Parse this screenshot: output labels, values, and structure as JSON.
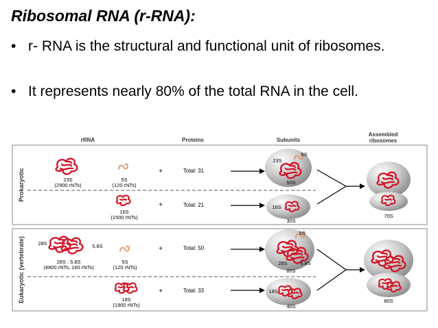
{
  "slide": {
    "title": "Ribosomal RNA (r-RNA):",
    "bullets": [
      "r- RNA is the structural and functional unit of ribosomes.",
      "It represents nearly 80% of the total RNA in the cell."
    ],
    "bullet_symbol": "•"
  },
  "figure": {
    "headers": {
      "rrna": "rRNA",
      "proteins": "Proteins",
      "subunits": "Subunits",
      "assembled_line1": "Assembled",
      "assembled_line2": "ribosomes"
    },
    "plus": "+",
    "prokaryotic": {
      "label": "Prokaryotic",
      "r23s": "23S",
      "r23s_nt": "(2900 rNTs)",
      "r5s": "5S",
      "r5s_nt": "(120 rNTs)",
      "total_large": "Total: 31",
      "r16s": "16S",
      "r16s_nt": "(1500 rNTs)",
      "total_small": "Total: 21",
      "sub_23s": "23S",
      "sub_5s": "5S",
      "sub_50s": "50S",
      "sub_16s": "16S",
      "sub_30s": "30S",
      "ribosome": "70S"
    },
    "eukaryotic": {
      "label": "Eukaryotic (vertebrate)",
      "r28s": "28S",
      "r58s": "5.8S",
      "r28_58": "28S : 5.8S",
      "r28_58_nt": "(4800 rNTs, 160 rNTs)",
      "r5s": "5S",
      "r5s_nt": "(120 rNTs)",
      "total_large": "Total: 50",
      "r18s": "18S",
      "r18s_nt": "(1900 rNTs)",
      "total_small": "Total: 33",
      "sub_5s": "5S",
      "sub_28s": "28S",
      "sub_58s": "5.8S",
      "sub_60s": "60S",
      "sub_18s": "18S",
      "sub_40s": "40S",
      "ribosome": "80S"
    },
    "colors": {
      "rna_red": "#d2182a",
      "rna_light": "#e8a28a",
      "panel_border": "#9a9a9a",
      "subunit_gray": "#b9b9b9"
    }
  }
}
